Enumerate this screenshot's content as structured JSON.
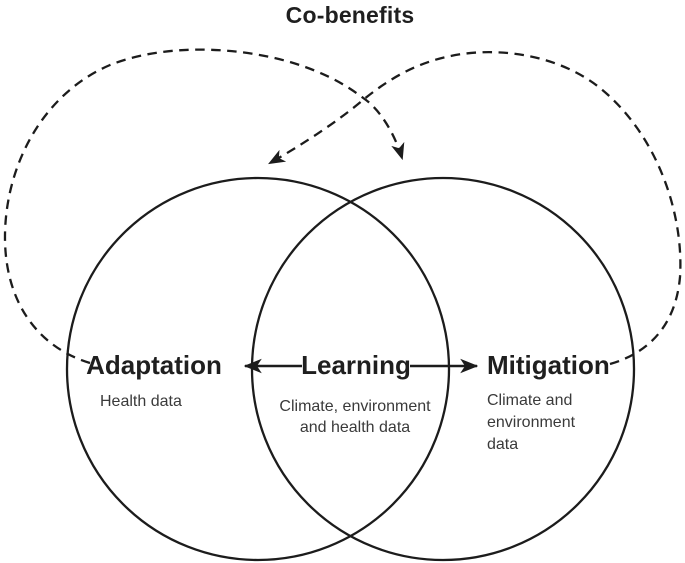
{
  "title": "Co-benefits",
  "venn": {
    "adaptation": {
      "label": "Adaptation",
      "sublabel": "Health data"
    },
    "learning": {
      "label": "Learning",
      "sublabel_lines": [
        "Climate, environment",
        "and health data"
      ]
    },
    "mitigation": {
      "label": "Mitigation",
      "sublabel_lines": [
        "Climate and",
        "environment",
        "data"
      ]
    }
  },
  "icons": {
    "left_arrow": "learning-to-adaptation-arrow",
    "right_arrow": "learning-to-mitigation-arrow",
    "dashed_loop_left": "co-benefit-loop-adaptation-to-mitigation",
    "dashed_loop_right": "co-benefit-loop-mitigation-to-adaptation"
  },
  "colors": {
    "stroke": "#1c1c1c",
    "heading_text": "#1f1f1f",
    "body_text": "#3a3a3a",
    "background": "#ffffff"
  }
}
